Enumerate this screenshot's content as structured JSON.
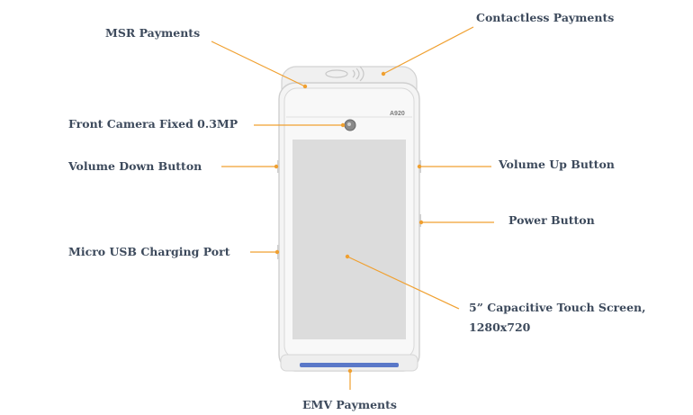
{
  "device": {
    "model_text": "A920"
  },
  "colors": {
    "leader_line": "#f0a030",
    "label_text": "#3d4a5c",
    "device_body": "#f4f4f4",
    "device_outline": "#cfcfcf",
    "screen": "#dcdcdc",
    "emv_slot": "#5a78c8"
  },
  "callouts": {
    "msr": "MSR Payments",
    "contactless": "Contactless Payments",
    "front_camera": "Front Camera Fixed 0.3MP",
    "volume_down": "Volume Down Button",
    "volume_up": "Volume Up Button",
    "power": "Power Button",
    "micro_usb": "Micro USB Charging Port",
    "touch_screen": "5” Capacitive Touch Screen, 1280x720",
    "emv": "EMV Payments"
  }
}
